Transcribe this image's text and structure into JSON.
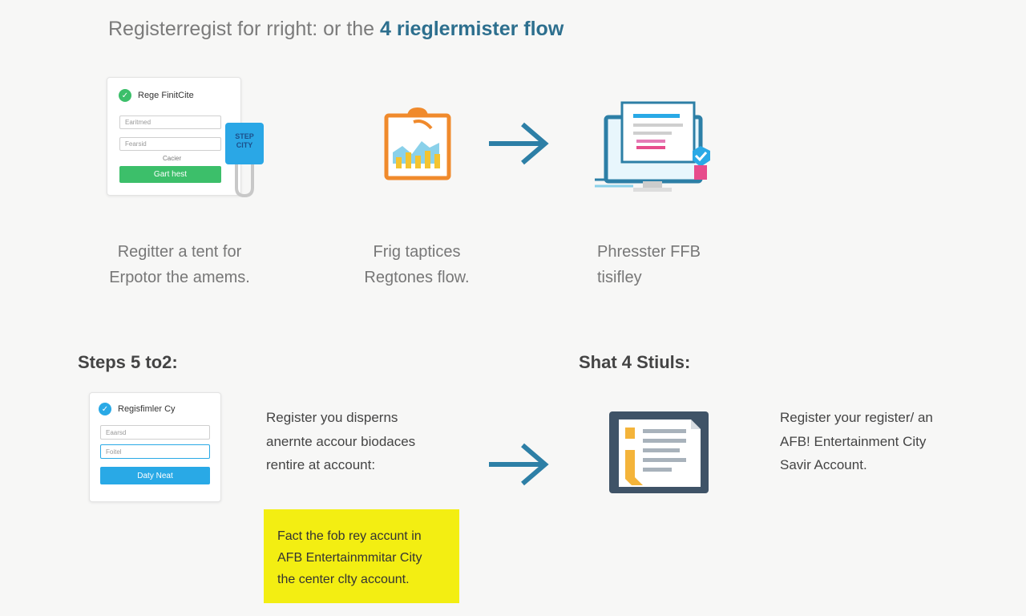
{
  "title": {
    "prefix": "Registerregist for rright: or the ",
    "highlight": "4 rieglermister flow"
  },
  "top_form": {
    "header": "Rege FinitCite",
    "field1_placeholder": "Earitmed",
    "field2_placeholder": "Fearsid",
    "small_label": "Cacier",
    "button_label": "Gart hest"
  },
  "step_tag": {
    "line1": "STEP",
    "line2": "CITY"
  },
  "captions": [
    {
      "line1": "Regitter a tent for",
      "line2": "Erpotor the amems."
    },
    {
      "line1": "Frig taptices",
      "line2": "Regtones flow."
    },
    {
      "line1": "Phresster FFB",
      "line2": "tisifley"
    }
  ],
  "sections": {
    "left_heading": "Steps 5 to2:",
    "right_heading": "Shat 4 Stiuls:"
  },
  "bottom_form": {
    "header": "Regisfimler Cy",
    "field1_placeholder": "Eaarsd",
    "field2_placeholder": "Foitel",
    "button_label": "Daty Neat"
  },
  "descriptions": {
    "middle": [
      "Register you disperns",
      "anernte accour biodaces",
      "rentire at account:"
    ],
    "right": [
      "Register your register/ an",
      "AFB! Entertainment City",
      "Savir Account."
    ]
  },
  "note": [
    "Fact the fob rey accunt in",
    "AFB Entertainmmitar City",
    "the center clty account."
  ],
  "colors": {
    "accent_blue": "#2d7fa6",
    "green": "#3cbf6a",
    "sky": "#29a9e6",
    "orange": "#f08a2c",
    "highlight_yellow": "#f3ee12"
  }
}
